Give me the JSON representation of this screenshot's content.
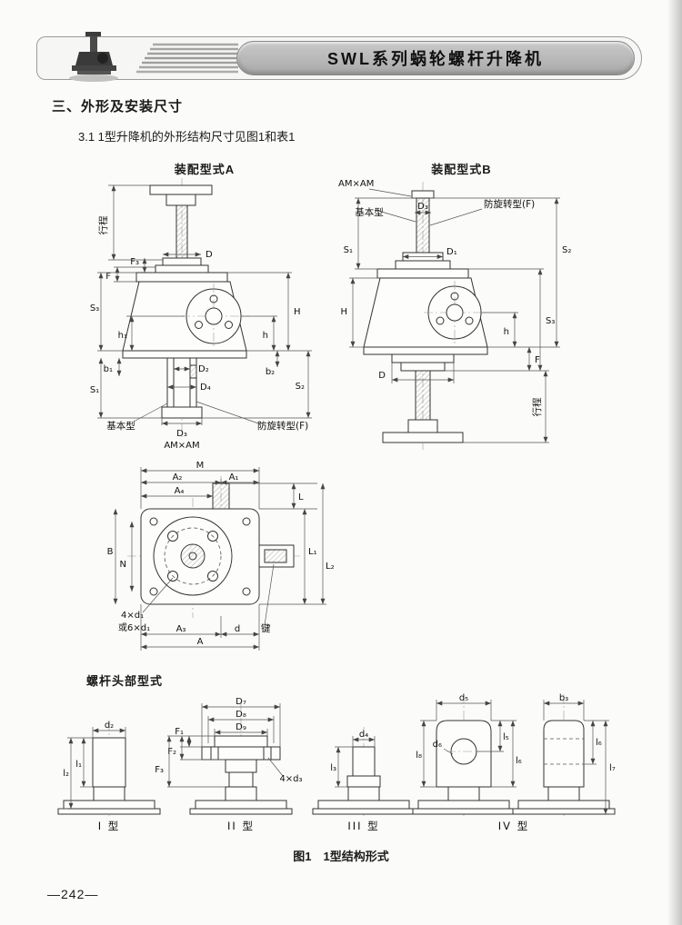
{
  "header": {
    "title": "SWL系列蜗轮螺杆升降机"
  },
  "section": {
    "heading": "三、外形及安装尺寸",
    "subheading": "3.1 1型升降机的外形结构尺寸见图1和表1"
  },
  "figA": {
    "title": "装配型式A",
    "labels": {
      "stroke": "行程",
      "F3": "F₃",
      "F": "F",
      "S3": "S₃",
      "h1": "h₁",
      "b1": "b₁",
      "S1": "S₁",
      "D": "D",
      "H": "H",
      "h": "h",
      "b2": "b₂",
      "S2": "S₂",
      "D2": "D₂",
      "D4": "D₄",
      "D3": "D₃",
      "AM": "AM×AM",
      "basic": "基本型",
      "antirot": "防旋转型(F)"
    }
  },
  "figB": {
    "title": "装配型式B",
    "labels": {
      "AM": "AM×AM",
      "basic": "基本型",
      "D3": "D₃",
      "antirot": "防旋转型(F)",
      "S1": "S₁",
      "D1": "D₁",
      "S2": "S₂",
      "H": "H",
      "S3": "S₃",
      "h": "h",
      "D": "D",
      "F": "F",
      "stroke": "行程"
    }
  },
  "topView": {
    "labels": {
      "M": "M",
      "A2": "A₂",
      "A1": "A₁",
      "A4": "A₄",
      "L": "L",
      "B": "B",
      "N": "N",
      "L1": "L₁",
      "L2": "L₂",
      "holes1": "4×d₁",
      "holes2": "或6×d₁",
      "A3": "A₃",
      "d": "d",
      "key": "键",
      "A": "A"
    }
  },
  "heads": {
    "title": "螺杆头部型式",
    "t1": {
      "d2": "d₂",
      "l2": "l₂",
      "l1": "l₁",
      "label": "I 型"
    },
    "t2": {
      "D7": "D₇",
      "D8": "D₈",
      "D9": "D₉",
      "F1": "F₁",
      "F2": "F₂",
      "F3": "F₃",
      "holes": "4×d₃",
      "label": "II 型"
    },
    "t3": {
      "d4": "d₄",
      "l3": "l₃",
      "label": "III 型"
    },
    "t4": {
      "d5": "d₅",
      "d6": "d₆",
      "l8": "l₈",
      "l5": "l₅",
      "l6": "l₆",
      "b3": "b₃",
      "l7": "l₇",
      "label": "IV 型"
    }
  },
  "caption": "图1　1型结构形式",
  "pageNumber": "—242—"
}
